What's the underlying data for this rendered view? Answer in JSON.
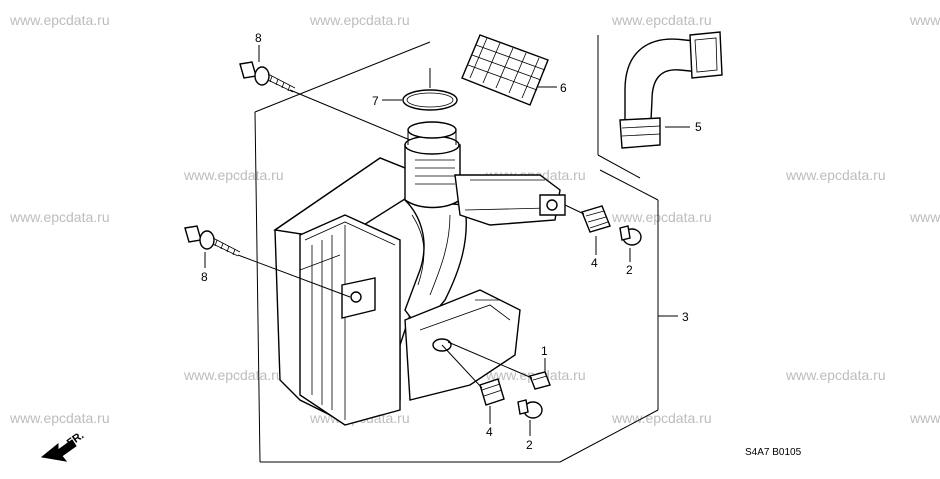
{
  "watermark": "www.epcdata.ru",
  "diagram_code": "S4A7  B0105",
  "fr_label": "FR.",
  "callouts": {
    "c1": "1",
    "c2a": "2",
    "c2b": "2",
    "c3": "3",
    "c4a": "4",
    "c4b": "4",
    "c5": "5",
    "c6": "6",
    "c7": "7",
    "c8a": "8",
    "c8b": "8"
  }
}
